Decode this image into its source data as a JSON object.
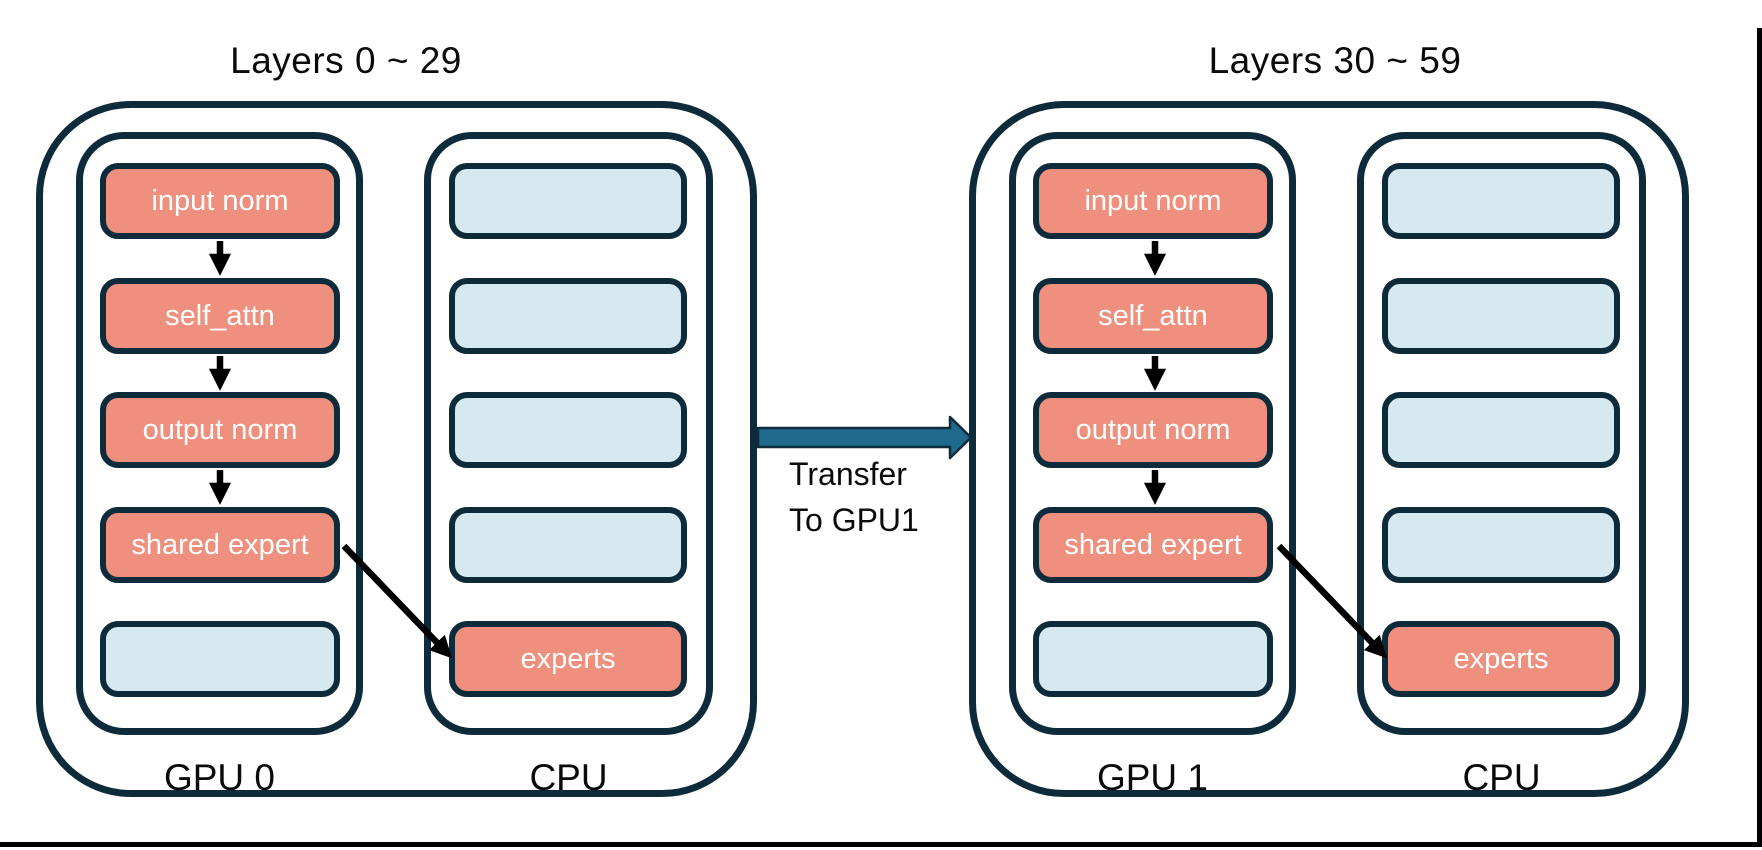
{
  "colors": {
    "background": "#ffffff",
    "outline": "#0d2b3b",
    "box_pink": "#ef8f7d",
    "box_blue": "#d6e9f0",
    "transfer_arrow_fill": "#1f698d",
    "black_arrow": "#000000",
    "text_dark": "#0a0a0a",
    "text_light": "#ffffff",
    "frame_line": "#000000"
  },
  "groups": [
    {
      "title": "Layers 0 ~ 29",
      "gpu": {
        "label": "GPU 0",
        "boxes": [
          {
            "label": "input norm",
            "style": "pink"
          },
          {
            "label": "self_attn",
            "style": "pink"
          },
          {
            "label": "output norm",
            "style": "pink"
          },
          {
            "label": "shared expert",
            "style": "pink"
          },
          {
            "label": "",
            "style": "blue"
          }
        ]
      },
      "cpu": {
        "label": "CPU",
        "boxes": [
          {
            "label": "",
            "style": "blue"
          },
          {
            "label": "",
            "style": "blue"
          },
          {
            "label": "",
            "style": "blue"
          },
          {
            "label": "",
            "style": "blue"
          },
          {
            "label": "experts",
            "style": "pink"
          }
        ]
      }
    },
    {
      "title": "Layers 30 ~ 59",
      "gpu": {
        "label": "GPU 1",
        "boxes": [
          {
            "label": "input norm",
            "style": "pink"
          },
          {
            "label": "self_attn",
            "style": "pink"
          },
          {
            "label": "output norm",
            "style": "pink"
          },
          {
            "label": "shared expert",
            "style": "pink"
          },
          {
            "label": "",
            "style": "blue"
          }
        ]
      },
      "cpu": {
        "label": "CPU",
        "boxes": [
          {
            "label": "",
            "style": "blue"
          },
          {
            "label": "",
            "style": "blue"
          },
          {
            "label": "",
            "style": "blue"
          },
          {
            "label": "",
            "style": "blue"
          },
          {
            "label": "experts",
            "style": "pink"
          }
        ]
      }
    }
  ],
  "transfer": {
    "line1": "Transfer",
    "line2": "To GPU1"
  }
}
